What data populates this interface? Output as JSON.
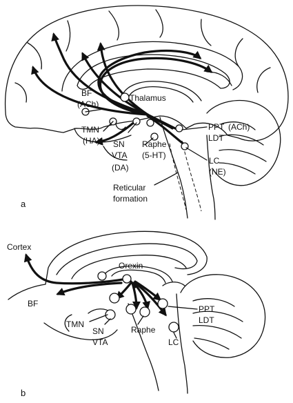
{
  "panel_a": {
    "label": "a",
    "nuclei": {
      "thalamus": "Thalamus",
      "bf": "BF",
      "bf_nt": "(ACh)",
      "tmn": "TMN",
      "tmn_nt": "(HA)",
      "sn": "SN",
      "vta": "VTA",
      "vta_nt": "(DA)",
      "raphe": "Raphe",
      "raphe_nt": "(5-HT)",
      "ppt": "PPT",
      "ppt_nt": "(ACh)",
      "ldt": "LDT",
      "lc": "LC",
      "lc_nt": "(NE)",
      "reticular_1": "Reticular",
      "reticular_2": "formation"
    }
  },
  "panel_b": {
    "label": "b",
    "nuclei": {
      "cortex": "Cortex",
      "orexin": "Orexin",
      "bf": "BF",
      "tmn": "TMN",
      "sn": "SN",
      "vta": "VTA",
      "raphe": "Raphe",
      "lc": "LC",
      "ppt": "PPT",
      "ldt": "LDT"
    }
  }
}
